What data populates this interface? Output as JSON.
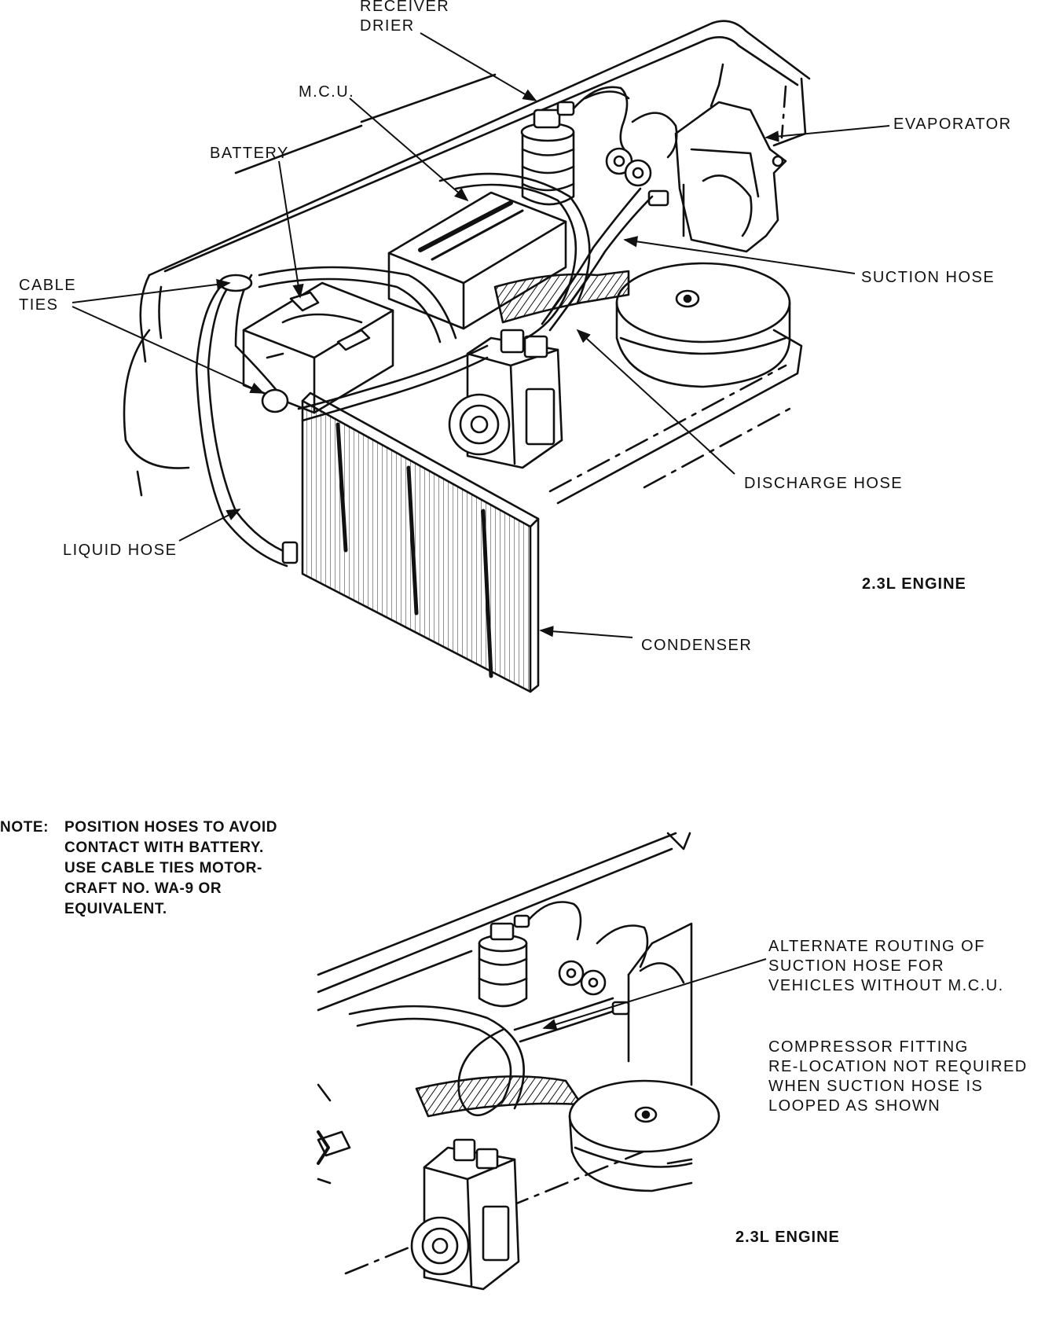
{
  "diagram_1": {
    "labels": {
      "receiver_drier": [
        "RECEIVER",
        "DRIER"
      ],
      "mcu": "M.C.U.",
      "battery": "BATTERY",
      "evaporator": "EVAPORATOR",
      "cable_ties": [
        "CABLE",
        "TIES"
      ],
      "suction_hose": "SUCTION HOSE",
      "discharge_hose": "DISCHARGE HOSE",
      "liquid_hose": "LIQUID HOSE",
      "condenser": "CONDENSER",
      "engine": "2.3L ENGINE"
    }
  },
  "note": {
    "heading": "NOTE:",
    "lines": [
      "POSITION HOSES TO AVOID",
      "CONTACT WITH BATTERY.",
      "USE CABLE TIES MOTOR-",
      "CRAFT NO. WA-9 OR",
      "EQUIVALENT."
    ]
  },
  "diagram_2": {
    "alternate_routing": [
      "ALTERNATE ROUTING OF",
      "SUCTION HOSE FOR",
      "VEHICLES WITHOUT M.C.U."
    ],
    "compressor_fitting": [
      "COMPRESSOR FITTING",
      "RE-LOCATION NOT REQUIRED",
      "WHEN SUCTION HOSE IS",
      "LOOPED AS SHOWN"
    ],
    "engine": "2.3L ENGINE"
  }
}
